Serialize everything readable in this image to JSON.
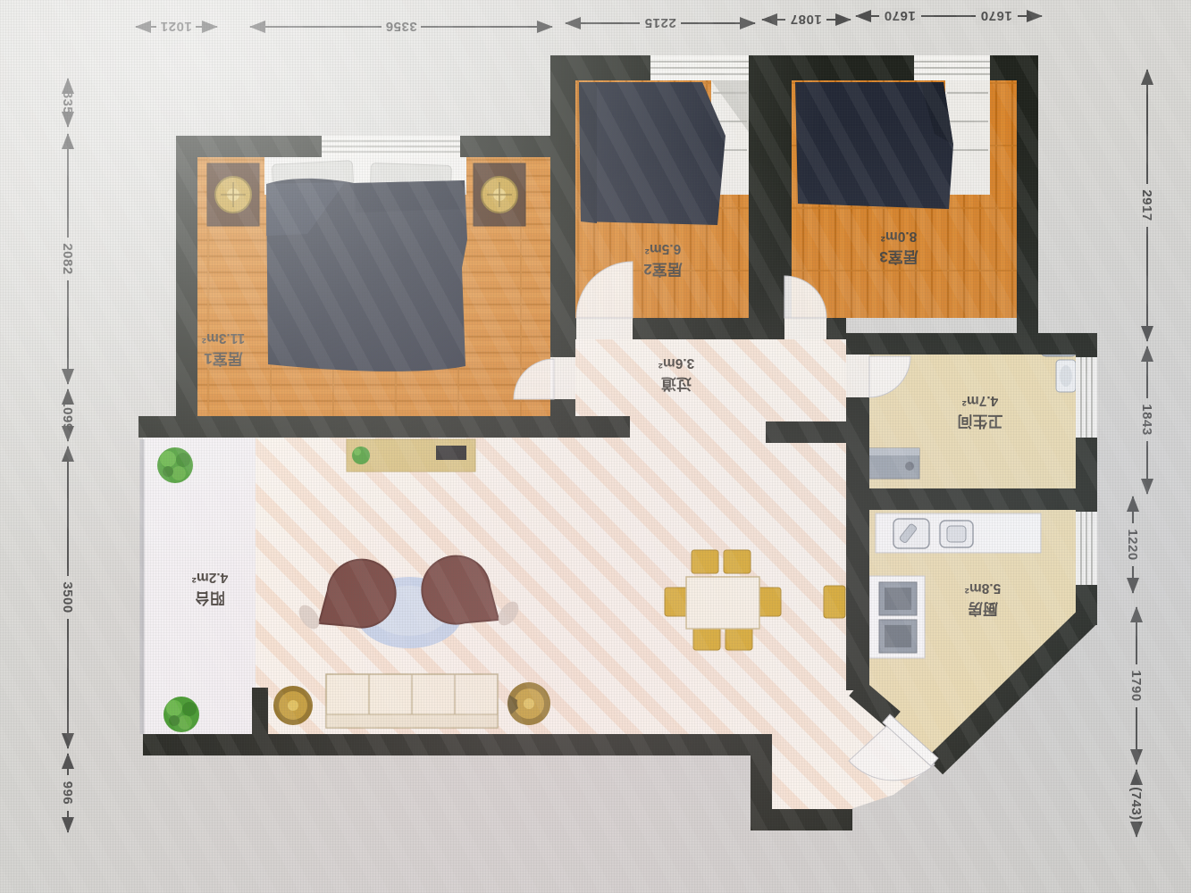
{
  "rooms": {
    "bedroom1": {
      "name": "居室1",
      "area": "11.3m²"
    },
    "bedroom2": {
      "name": "居室2",
      "area": "6.5m²"
    },
    "bedroom3": {
      "name": "居室3",
      "area": "8.0m²"
    },
    "hallway": {
      "name": "过道",
      "area": "3.6m²"
    },
    "bathroom": {
      "name": "卫生间",
      "area": "4.7m²"
    },
    "kitchen": {
      "name": "厨房",
      "area": "5.8m²"
    },
    "balcony": {
      "name": "阳台",
      "area": "4.2m²"
    }
  },
  "dimensions": {
    "top": [
      "1021",
      "3356",
      "2215",
      "1087",
      "1670",
      "1670"
    ],
    "left": [
      "835",
      "2082",
      "1099",
      "3500",
      "996"
    ],
    "right": [
      "2917",
      "1843",
      "1220",
      "1790",
      "(743)"
    ]
  },
  "orientation_note": "plan shown rotated 180°",
  "colors": {
    "wall": "#20231d",
    "bedroom_floor": "#d98226",
    "bed": "#232836",
    "tile_floor": "#ebdbae",
    "living_floor": "#fcf7ef",
    "floor_stripe": "#f8dcc6",
    "balcony_floor": "#f4f2f5",
    "dining_chair": "#d9a61c",
    "lounge_chair": "#6e3b33",
    "rug": "#c5d5ee",
    "side_table": "#b38a1f",
    "plant": "#3f9b28",
    "fixture_gray": "#98a1ab",
    "dimension_text": "#4c4c4c",
    "label_text": "#44403a"
  }
}
